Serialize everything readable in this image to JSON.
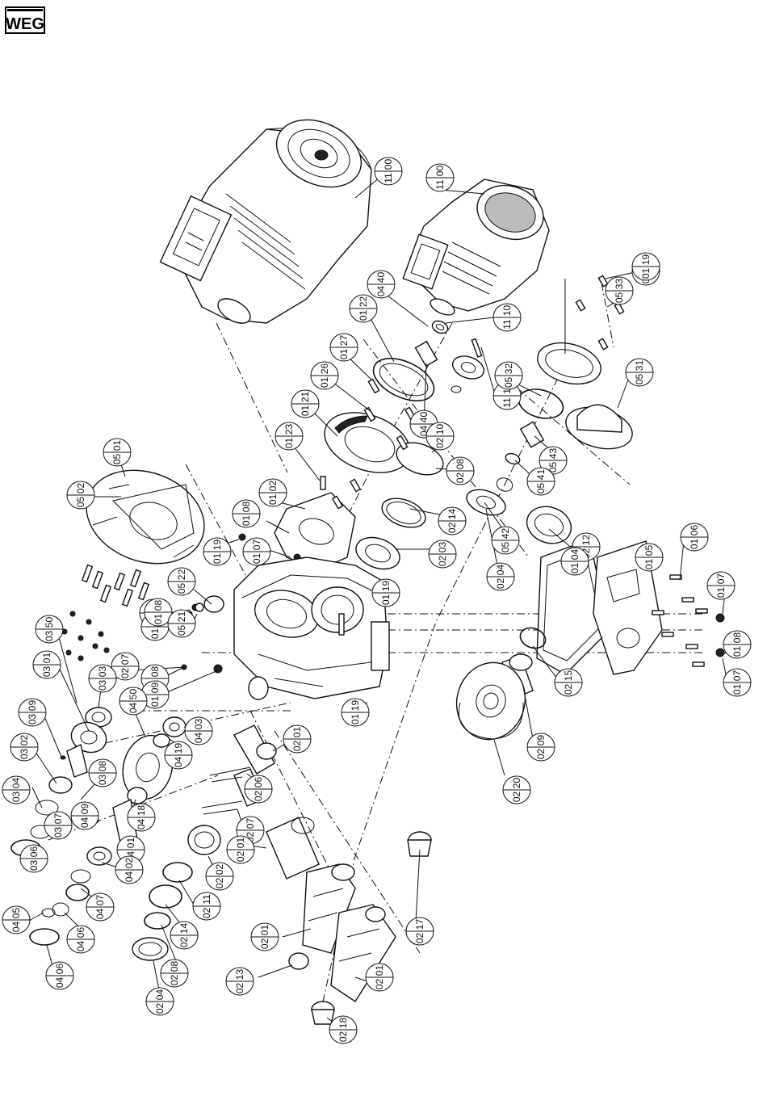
{
  "logo": {
    "text": "WEG"
  },
  "balloons": [
    {
      "top": "11",
      "bottom": "00"
    },
    {
      "top": "11",
      "bottom": "00"
    },
    {
      "top": "05",
      "bottom": "31"
    },
    {
      "top": "01",
      "bottom": "19"
    },
    {
      "top": "05",
      "bottom": "33"
    },
    {
      "top": "04",
      "bottom": "40"
    },
    {
      "top": "11",
      "bottom": "10"
    },
    {
      "top": "01",
      "bottom": "22"
    },
    {
      "top": "01",
      "bottom": "27"
    },
    {
      "top": "11",
      "bottom": "11"
    },
    {
      "top": "05",
      "bottom": "32"
    },
    {
      "top": "05",
      "bottom": "31"
    },
    {
      "top": "01",
      "bottom": "26"
    },
    {
      "top": "04",
      "bottom": "40"
    },
    {
      "top": "01",
      "bottom": "21"
    },
    {
      "top": "02",
      "bottom": "10"
    },
    {
      "top": "05",
      "bottom": "43"
    },
    {
      "top": "01",
      "bottom": "23"
    },
    {
      "top": "02",
      "bottom": "08"
    },
    {
      "top": "05",
      "bottom": "41"
    },
    {
      "top": "05",
      "bottom": "01"
    },
    {
      "top": "05",
      "bottom": "02"
    },
    {
      "top": "01",
      "bottom": "02"
    },
    {
      "top": "02",
      "bottom": "14"
    },
    {
      "top": "05",
      "bottom": "42"
    },
    {
      "top": "01",
      "bottom": "08"
    },
    {
      "top": "02",
      "bottom": "03"
    },
    {
      "top": "02",
      "bottom": "04"
    },
    {
      "top": "02",
      "bottom": "12"
    },
    {
      "top": "01",
      "bottom": "19"
    },
    {
      "top": "01",
      "bottom": "07"
    },
    {
      "top": "01",
      "bottom": "19"
    },
    {
      "top": "01",
      "bottom": "06"
    },
    {
      "top": "01",
      "bottom": "04"
    },
    {
      "top": "01",
      "bottom": "05"
    },
    {
      "top": "05",
      "bottom": "22"
    },
    {
      "top": "01",
      "bottom": "01"
    },
    {
      "top": "01",
      "bottom": "07"
    },
    {
      "top": "01",
      "bottom": "08"
    },
    {
      "top": "05",
      "bottom": "21"
    },
    {
      "top": "03",
      "bottom": "50"
    },
    {
      "top": "01",
      "bottom": "07"
    },
    {
      "top": "03",
      "bottom": "01"
    },
    {
      "top": "02",
      "bottom": "07"
    },
    {
      "top": "01",
      "bottom": "08"
    },
    {
      "top": "01",
      "bottom": "08"
    },
    {
      "top": "03",
      "bottom": "03"
    },
    {
      "top": "01",
      "bottom": "09"
    },
    {
      "top": "02",
      "bottom": "15"
    },
    {
      "top": "01",
      "bottom": "07"
    },
    {
      "top": "03",
      "bottom": "09"
    },
    {
      "top": "01",
      "bottom": "19"
    },
    {
      "top": "04",
      "bottom": "50"
    },
    {
      "top": "04",
      "bottom": "03"
    },
    {
      "top": "02",
      "bottom": "01"
    },
    {
      "top": "03",
      "bottom": "02"
    },
    {
      "top": "04",
      "bottom": "19"
    },
    {
      "top": "02",
      "bottom": "09"
    },
    {
      "top": "02",
      "bottom": "20"
    },
    {
      "top": "03",
      "bottom": "04"
    },
    {
      "top": "03",
      "bottom": "08"
    },
    {
      "top": "02",
      "bottom": "06"
    },
    {
      "top": "03",
      "bottom": "07"
    },
    {
      "top": "04",
      "bottom": "09"
    },
    {
      "top": "04",
      "bottom": "18"
    },
    {
      "top": "02",
      "bottom": "07"
    },
    {
      "top": "03",
      "bottom": "06"
    },
    {
      "top": "04",
      "bottom": "01"
    },
    {
      "top": "02",
      "bottom": "01"
    },
    {
      "top": "04",
      "bottom": "02"
    },
    {
      "top": "02",
      "bottom": "02"
    },
    {
      "top": "04",
      "bottom": "07"
    },
    {
      "top": "02",
      "bottom": "11"
    },
    {
      "top": "04",
      "bottom": "05"
    },
    {
      "top": "04",
      "bottom": "06"
    },
    {
      "top": "02",
      "bottom": "14"
    },
    {
      "top": "02",
      "bottom": "01"
    },
    {
      "top": "02",
      "bottom": "17"
    },
    {
      "top": "04",
      "bottom": "06"
    },
    {
      "top": "02",
      "bottom": "08"
    },
    {
      "top": "02",
      "bottom": "13"
    },
    {
      "top": "02",
      "bottom": "04"
    },
    {
      "top": "02",
      "bottom": "01"
    },
    {
      "top": "02",
      "bottom": "18"
    }
  ]
}
